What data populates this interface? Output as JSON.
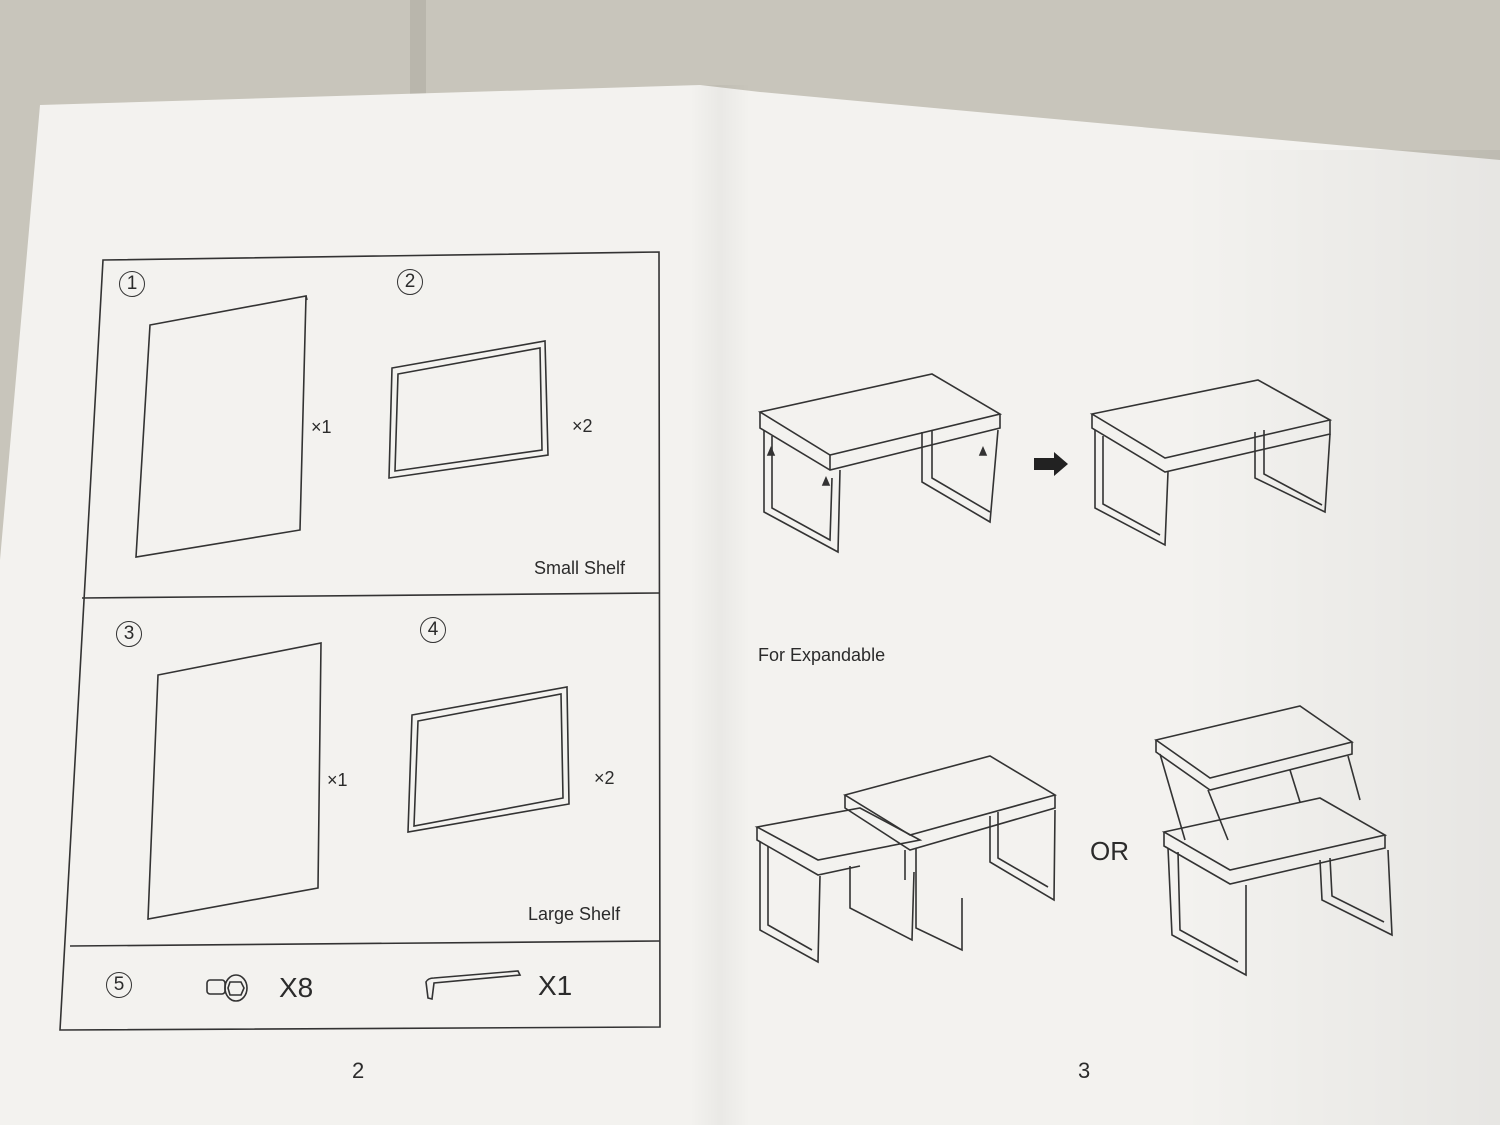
{
  "page_left": {
    "page_number": "2",
    "parts": [
      {
        "number": "1",
        "quantity": "×1"
      },
      {
        "number": "2",
        "quantity": "×2"
      },
      {
        "number": "3",
        "quantity": "×1"
      },
      {
        "number": "4",
        "quantity": "×2"
      }
    ],
    "small_shelf_label": "Small Shelf",
    "large_shelf_label": "Large Shelf",
    "hardware": {
      "number": "5",
      "screw_quantity": "X8",
      "wrench_quantity": "X1"
    }
  },
  "page_right": {
    "page_number": "3",
    "expandable_label": "For Expandable",
    "or_label": "OR"
  }
}
